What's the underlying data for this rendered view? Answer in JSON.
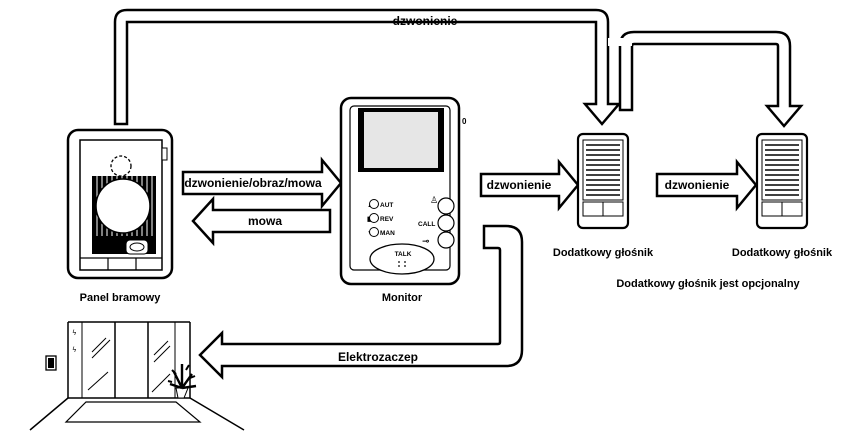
{
  "labels": {
    "top_arrow": "dzwonienie",
    "gate_to_monitor": "dzwonienie/obraz/mowa",
    "monitor_to_gate": "mowa",
    "monitor_to_speaker": "dzwonienie",
    "speaker_to_speaker": "dzwonienie",
    "lock_arrow": "Elektrozaczep",
    "gate_panel": "Panel bramowy",
    "monitor": "Monitor",
    "speaker1": "Dodatkowy głośnik",
    "speaker2": "Dodatkowy głośnik",
    "note": "Dodatkowy głośnik jest opcjonalny"
  },
  "monitor_buttons": {
    "aut": "AUT",
    "rev": "REV",
    "man": "MAN",
    "call": "CALL",
    "talk": "TALK"
  }
}
